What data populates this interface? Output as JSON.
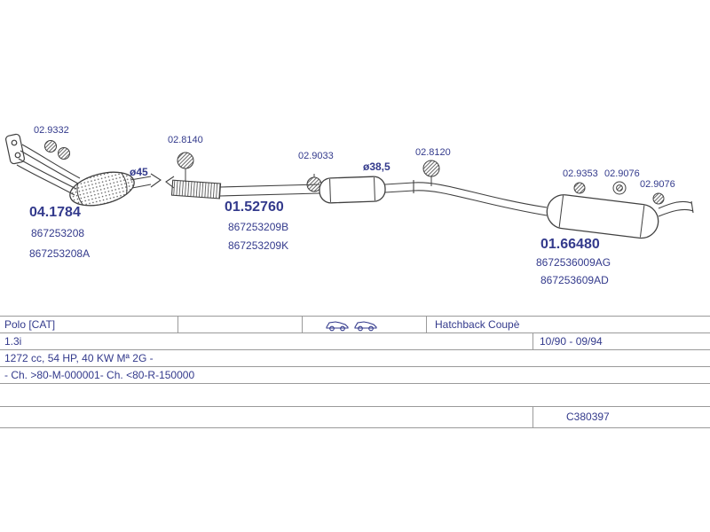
{
  "diagram": {
    "front": {
      "gasket": "02.9332",
      "diameter": "ø45",
      "code": "04.1784",
      "ref1": "867253208",
      "ref2": "867253208A"
    },
    "middle": {
      "hanger": "02.8140",
      "code": "01.52760",
      "ref1": "867253209B",
      "ref2": "867253209K",
      "clamp": "02.9033",
      "diameter": "ø38,5"
    },
    "rear": {
      "hanger": "02.8120",
      "ring1": "02.9353",
      "ring2": "02.9076",
      "ring3": "02.9076",
      "code": "01.66480",
      "ref1": "8672536009AG",
      "ref2": "867253609AD"
    }
  },
  "table": {
    "model": "Polo [CAT]",
    "body": "Hatchback Coupè",
    "engine": "1.3i",
    "period": "10/90 - 09/94",
    "engine_specs": "1272 cc, 54 HP, 40 KW Mª 2G -",
    "chassis": "- Ch. >80-M-000001- Ch. <80-R-150000",
    "code": "C380397"
  },
  "colors": {
    "text": "#333a8c",
    "line": "#9a9a9a",
    "drawing": "#404040"
  }
}
